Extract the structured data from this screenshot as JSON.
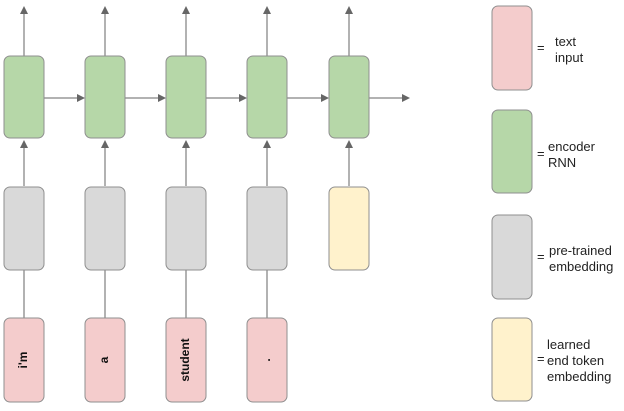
{
  "colors": {
    "text_input": "#f4cccc",
    "encoder_rnn": "#b6d7a8",
    "pretrained_embedding": "#d9d9d9",
    "end_token_embedding": "#fff2cc",
    "line": "#666666"
  },
  "tokens": [
    "i'm",
    "a",
    "student",
    "."
  ],
  "legend": [
    {
      "symbol": "=",
      "text": "text\ninput",
      "color_key": "text_input"
    },
    {
      "symbol": "=",
      "text": "encoder\nRNN",
      "color_key": "encoder_rnn"
    },
    {
      "symbol": "=",
      "text": "pre-trained\nembedding",
      "color_key": "pretrained_embedding"
    },
    {
      "symbol": "=",
      "text": "learned\nend token\nembedding",
      "color_key": "end_token_embedding"
    }
  ]
}
